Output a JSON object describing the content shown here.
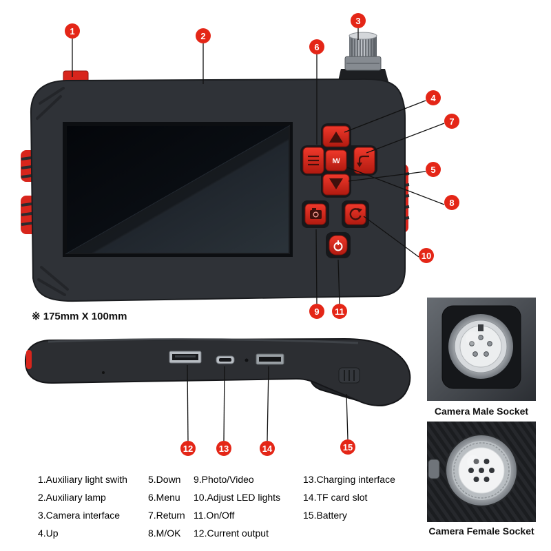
{
  "dimension_note": "※ 175mm X 100mm",
  "callouts": [
    "1",
    "2",
    "3",
    "4",
    "5",
    "6",
    "7",
    "8",
    "9",
    "10",
    "11",
    "12",
    "13",
    "14",
    "15"
  ],
  "device": {
    "mok_label": "M/"
  },
  "icons": {
    "up_arrow": "▲",
    "down_arrow": "▼",
    "menu": "≡",
    "return": "↩",
    "camera": "camera-shape",
    "led_adjust": "rotate-arrow",
    "power": "⏻"
  },
  "insets": {
    "male_caption": "Camera Male Socket",
    "female_caption": "Camera Female Socket"
  },
  "legend": {
    "col1": [
      "1.Auxiliary light swith",
      "2.Auxiliary lamp",
      "3.Camera interface",
      "4.Up"
    ],
    "col2": [
      "5.Down",
      "6.Menu",
      "7.Return",
      "8.M/OK"
    ],
    "col3": [
      "9.Photo/Video",
      "10.Adjust LED lights",
      "11.On/Off",
      "12.Current output"
    ],
    "col4": [
      "13.Charging interface",
      "14.TF card slot",
      "15.Battery"
    ]
  },
  "colors": {
    "callout_red": "#e42617",
    "button_red": "#d8251c",
    "body_dark": "#2f3237"
  }
}
